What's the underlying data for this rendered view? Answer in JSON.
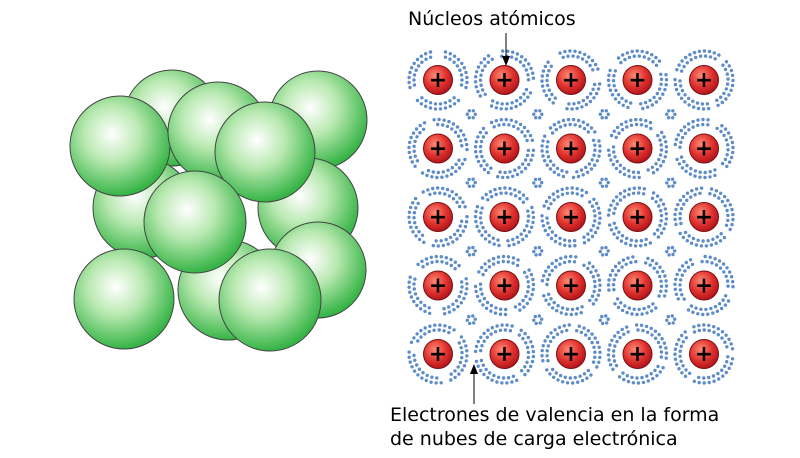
{
  "labels": {
    "nuclei": "Núcleos atómicos",
    "electrons_line1": "Electrones de valencia en la forma",
    "electrons_line2": "de nubes de carga electrónica"
  },
  "nucleus_symbol": "+",
  "lattice": {
    "rows": 5,
    "cols": 5
  },
  "colors": {
    "sphere_light": "#ffffff",
    "sphere_mid": "#a8e4a0",
    "sphere_dark": "#3db84a",
    "nucleus_red": "#d9262b",
    "nucleus_light": "#ff7b6b",
    "electron_blue": "#5d8cc9"
  }
}
